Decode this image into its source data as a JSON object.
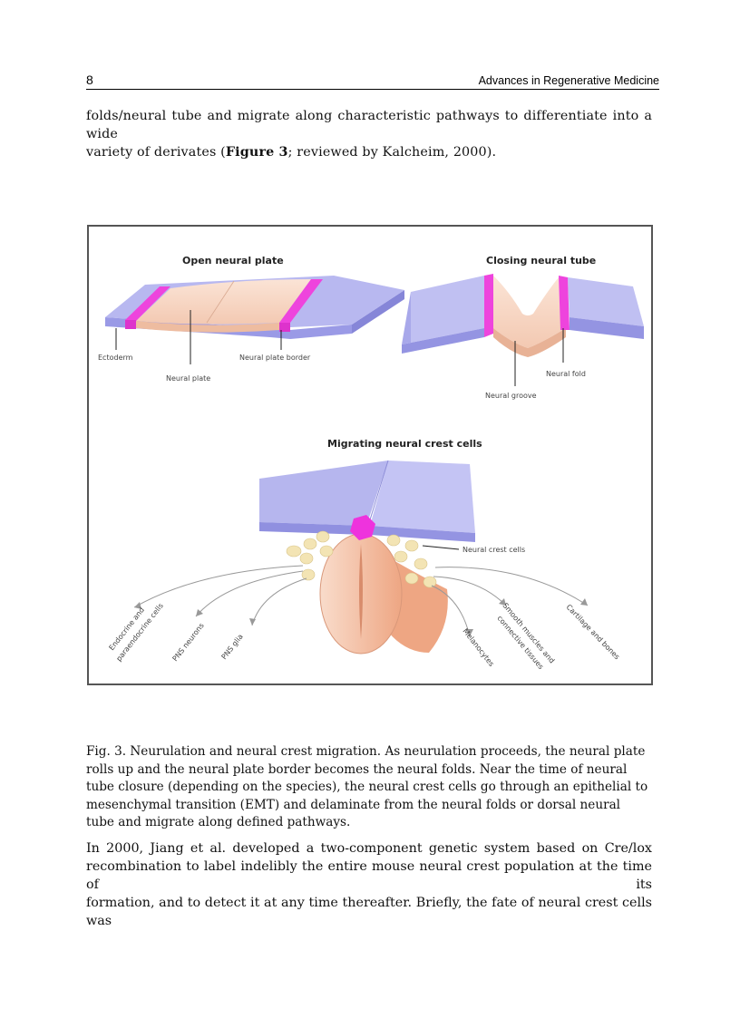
{
  "header": {
    "page_number": "8",
    "journal_title": "Advances in Regenerative Medicine"
  },
  "intro_paragraph": {
    "line1": "folds/neural tube and migrate along characteristic pathways to differentiate into a wide",
    "line2_pre": "variety of derivates (",
    "figure_ref": "Figure 3",
    "line2_post": "; reviewed by Kalcheim, 2000)."
  },
  "figure": {
    "panel_open": {
      "title": "Open neural plate",
      "label_ectoderm": "Ectoderm",
      "label_neural_plate": "Neural plate",
      "label_border": "Neural plate border"
    },
    "panel_closing": {
      "title": "Closing neural tube",
      "label_fold": "Neural fold",
      "label_groove": "Neural groove"
    },
    "panel_migrating": {
      "title": "Migrating neural crest cells",
      "label_cells": "Neural crest cells",
      "derivatives": [
        "Endocrine and",
        "paraendocrine cells",
        "PNS neurons",
        "PNS glia",
        "Melanocytes",
        "Smooth muscles and",
        "connective tissues",
        "Cartilage and bones"
      ]
    },
    "colors": {
      "ectoderm": "#b4b4ef",
      "neural_plate": "#f6d2bf",
      "border": "#ee44dd",
      "crest_cells": "#f3e4b4",
      "tube_dark": "#eea683"
    }
  },
  "caption": "Fig. 3. Neurulation and neural crest migration. As neurulation proceeds, the neural plate rolls up and the neural plate border becomes the neural folds. Near the time of neural tube closure (depending on the species), the neural crest cells go through an epithelial to mesenchymal transition (EMT) and delaminate from the neural folds or dorsal neural tube and migrate along defined pathways.",
  "body_paragraph": {
    "line1": "In 2000, Jiang et al. developed a two-component genetic system based on Cre/lox",
    "line2": "recombination to label indelibly the entire mouse neural crest population at the time of its",
    "line3": "formation, and to detect it at any time thereafter. Briefly, the fate of neural crest cells was"
  }
}
